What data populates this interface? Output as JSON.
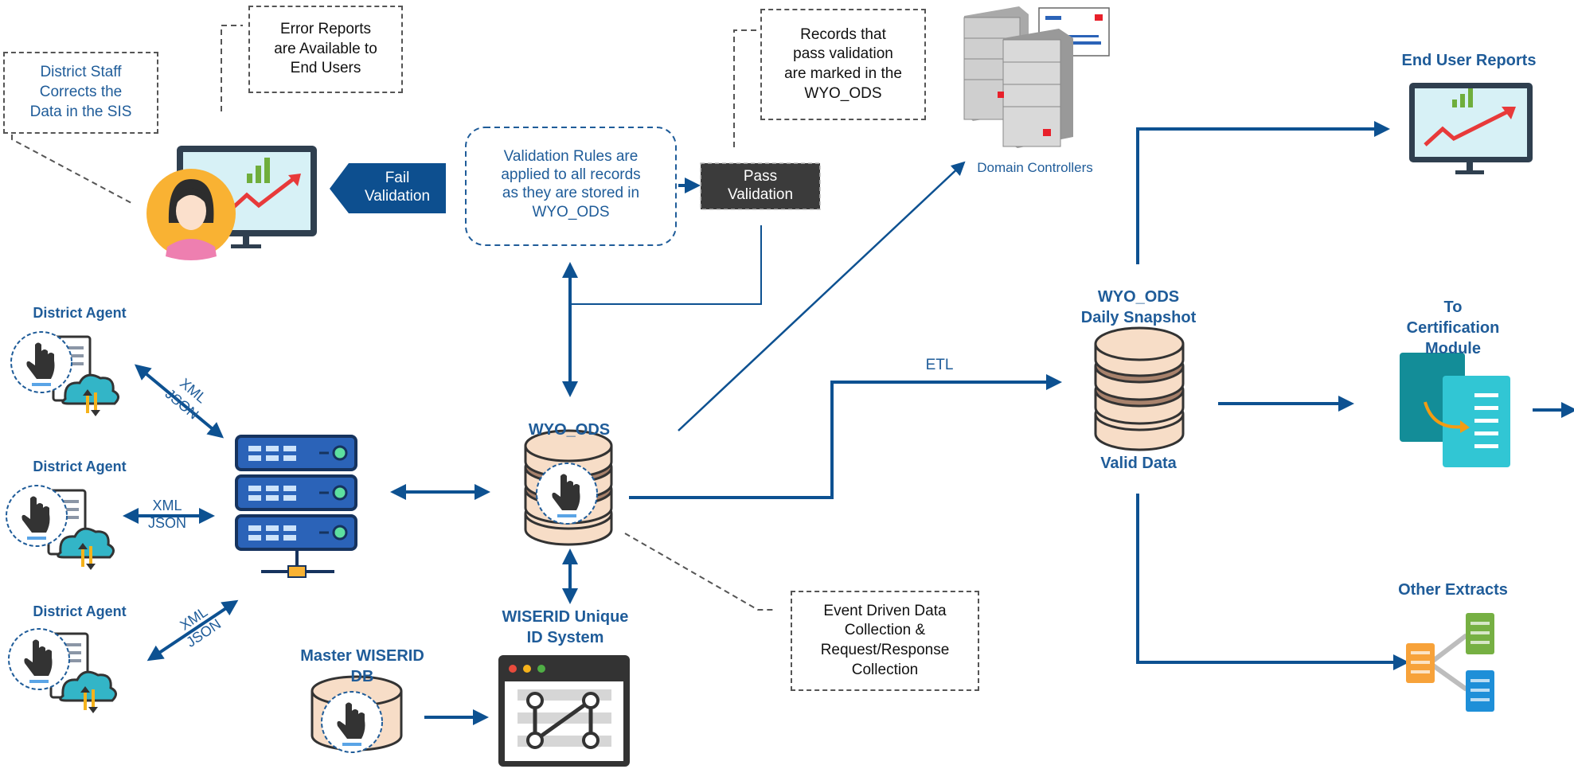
{
  "notes": {
    "district_staff": "District Staff\nCorrects the\nData in the SIS",
    "error_reports": "Error Reports\nare Available to\nEnd Users",
    "records_pass": "Records that\npass validation\nare marked in the\nWYO_ODS",
    "event_driven": "Event Driven Data\nCollection &\nRequest/Response\nCollection"
  },
  "validation": {
    "rules": "Validation Rules are\napplied to all records\nas they are stored in\nWYO_ODS",
    "fail": "Fail\nValidation",
    "pass": "Pass\nValidation"
  },
  "labels": {
    "domain_controllers": "Domain Controllers",
    "end_user_reports": "End User Reports",
    "to_certification": "To\nCertification\nModule",
    "other_extracts": "Other Extracts",
    "snapshot": "WYO_ODS\nDaily Snapshot",
    "valid_data": "Valid Data",
    "etl": "ETL",
    "wyo_ods": "WYO_ODS",
    "wiserid_system": "WISERID Unique\nID System",
    "master_wiserid": "Master WISERID\nDB",
    "district_agent_1": "District Agent",
    "district_agent_2": "District Agent",
    "district_agent_3": "District Agent",
    "xml_json_1": "XML\nJSON",
    "xml_json_2": "XML\nJSON",
    "xml_json_3": "XML\nJSON"
  },
  "colors": {
    "primary_blue": "#1f5c99",
    "arrow_blue": "#0d5191",
    "db_cream": "#f7ddc7",
    "server_blue": "#2b63b8",
    "cert_teal": "#1aa3b0"
  },
  "icons": {
    "touch": "hand-touch-icon",
    "monitor": "chart-monitor-icon",
    "user": "user-avatar-icon",
    "server_rack": "server-rack-icon",
    "database": "database-icon",
    "cloud": "cloud-sync-icon",
    "document": "document-icon",
    "tree": "tree-extract-icon"
  }
}
